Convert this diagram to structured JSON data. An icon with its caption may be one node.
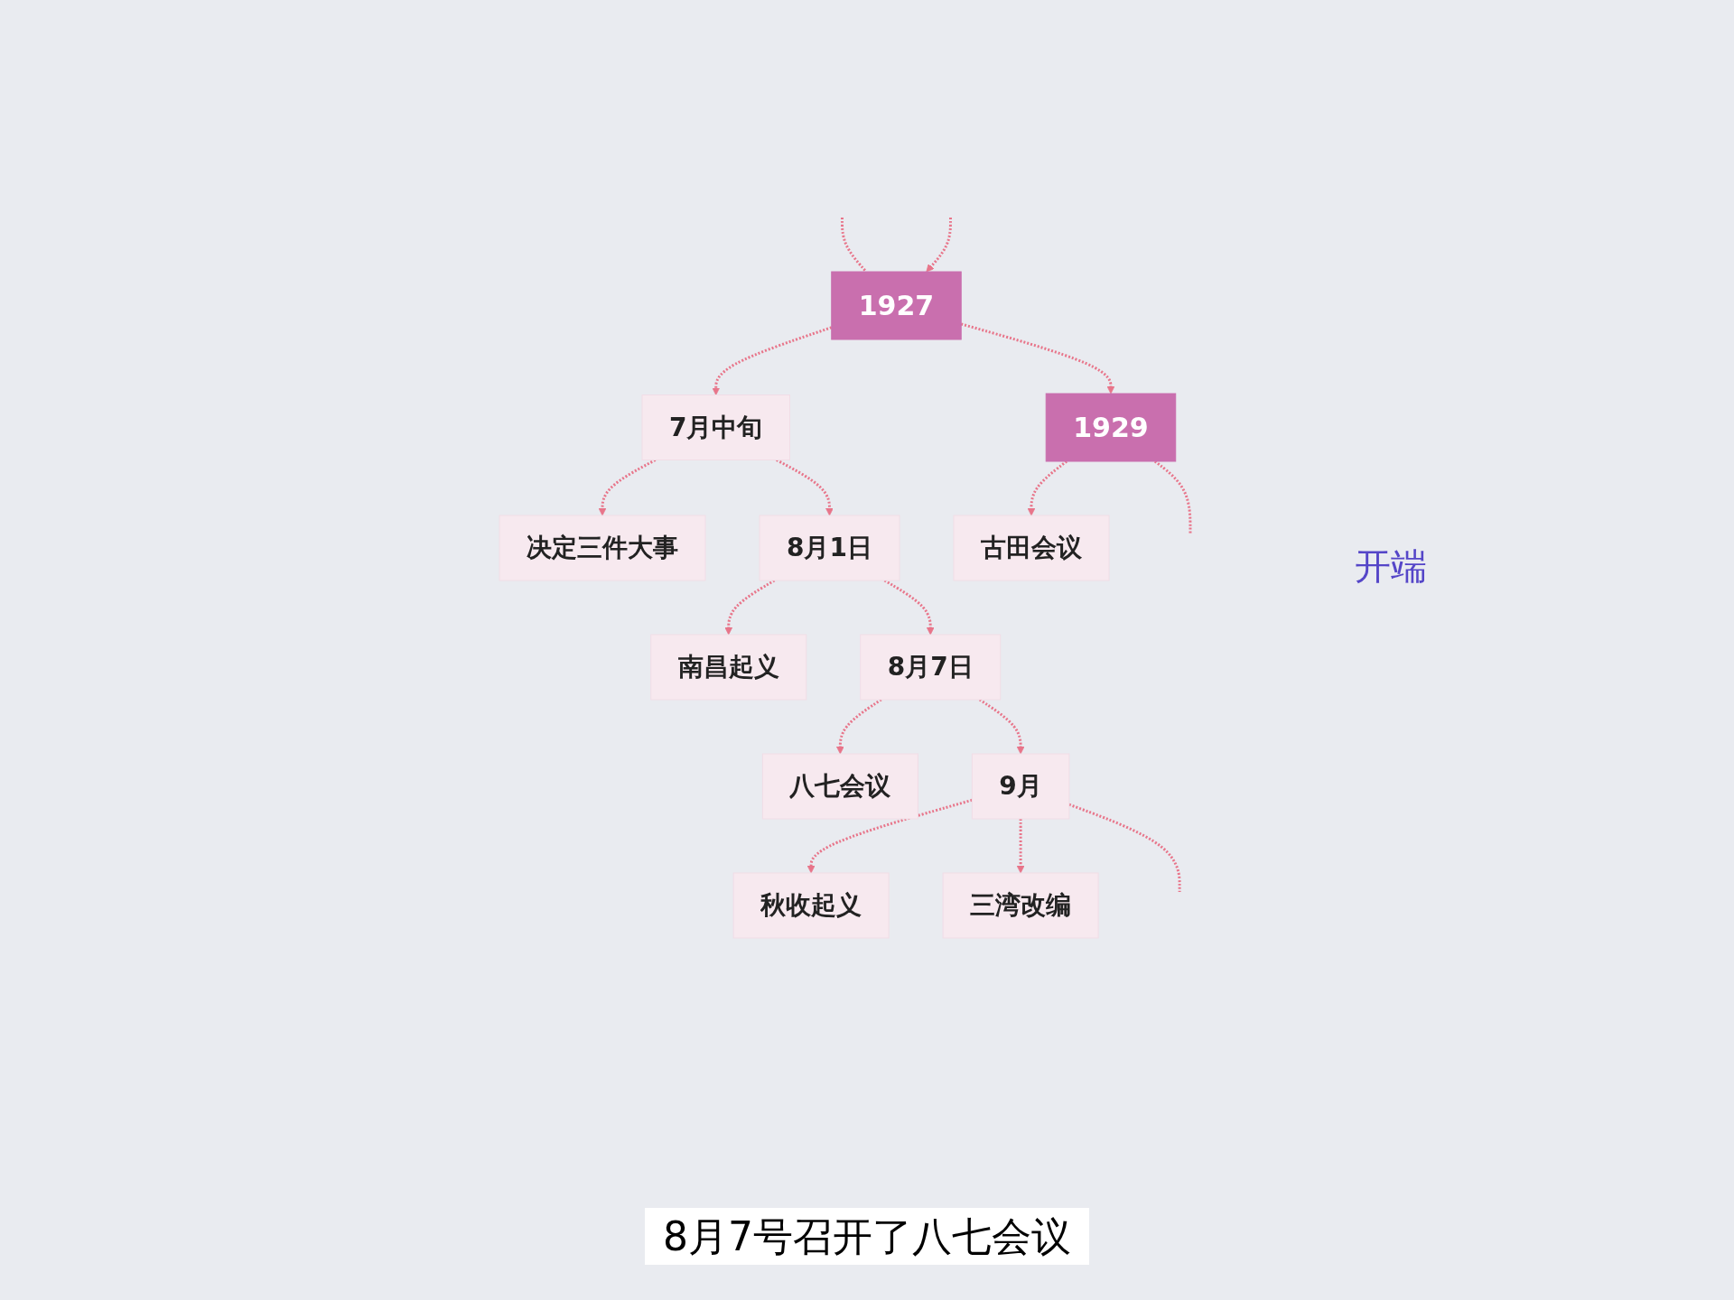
{
  "diagram": {
    "caption": "8月7号召开了八七会议",
    "nodes": [
      {
        "text": [
          "1927"
        ]
      },
      {
        "text": [
          "1929"
        ]
      },
      {
        "text": [
          "7月中旬"
        ]
      },
      {
        "text": [
          "决定三件大事"
        ]
      },
      {
        "text": [
          "8月1日"
        ]
      },
      {
        "text": [
          "南昌起义"
        ]
      },
      {
        "text": [
          "8月7日"
        ]
      },
      {
        "text": [
          "八七会议"
        ]
      },
      {
        "text": [
          "9月"
        ]
      },
      {
        "text": [
          "秋收起义"
        ]
      },
      {
        "text": [
          "三湾改编"
        ]
      },
      {
        "text": [
          "古田会议"
        ]
      }
    ],
    "edges": [
      {
        "from": null,
        "to": 0,
        "arrow": "none",
        "style": "dashed"
      },
      {
        "from": null,
        "to": 0,
        "arrow": "to",
        "style": "dashed"
      },
      {
        "from": 0,
        "to": 1,
        "arrow": "to",
        "style": "dashed"
      },
      {
        "from": 1,
        "to": null,
        "arrow": "none",
        "style": "dashed"
      },
      {
        "from": 0,
        "to": 2,
        "arrow": "to",
        "style": "dashed"
      },
      {
        "from": 2,
        "to": 3,
        "arrow": "to",
        "style": "dashed"
      },
      {
        "from": 2,
        "to": 4,
        "arrow": "to",
        "style": "dashed"
      },
      {
        "from": 4,
        "to": 5,
        "arrow": "to",
        "style": "dashed"
      },
      {
        "from": 4,
        "to": 6,
        "arrow": "to",
        "style": "dashed"
      },
      {
        "from": 6,
        "to": 7,
        "arrow": "to",
        "style": "dashed"
      },
      {
        "from": 6,
        "to": 8,
        "arrow": "to",
        "style": "dashed"
      },
      {
        "from": 8,
        "to": 9,
        "arrow": "to",
        "style": "dashed"
      },
      {
        "from": 8,
        "to": 10,
        "arrow": "to",
        "style": "dashed"
      },
      {
        "from": 8,
        "to": null,
        "arrow": "none",
        "style": "dashed"
      },
      {
        "from": 1,
        "to": 11,
        "arrow": "to",
        "style": "dashed"
      }
    ],
    "labels": [
      "开端"
    ]
  }
}
